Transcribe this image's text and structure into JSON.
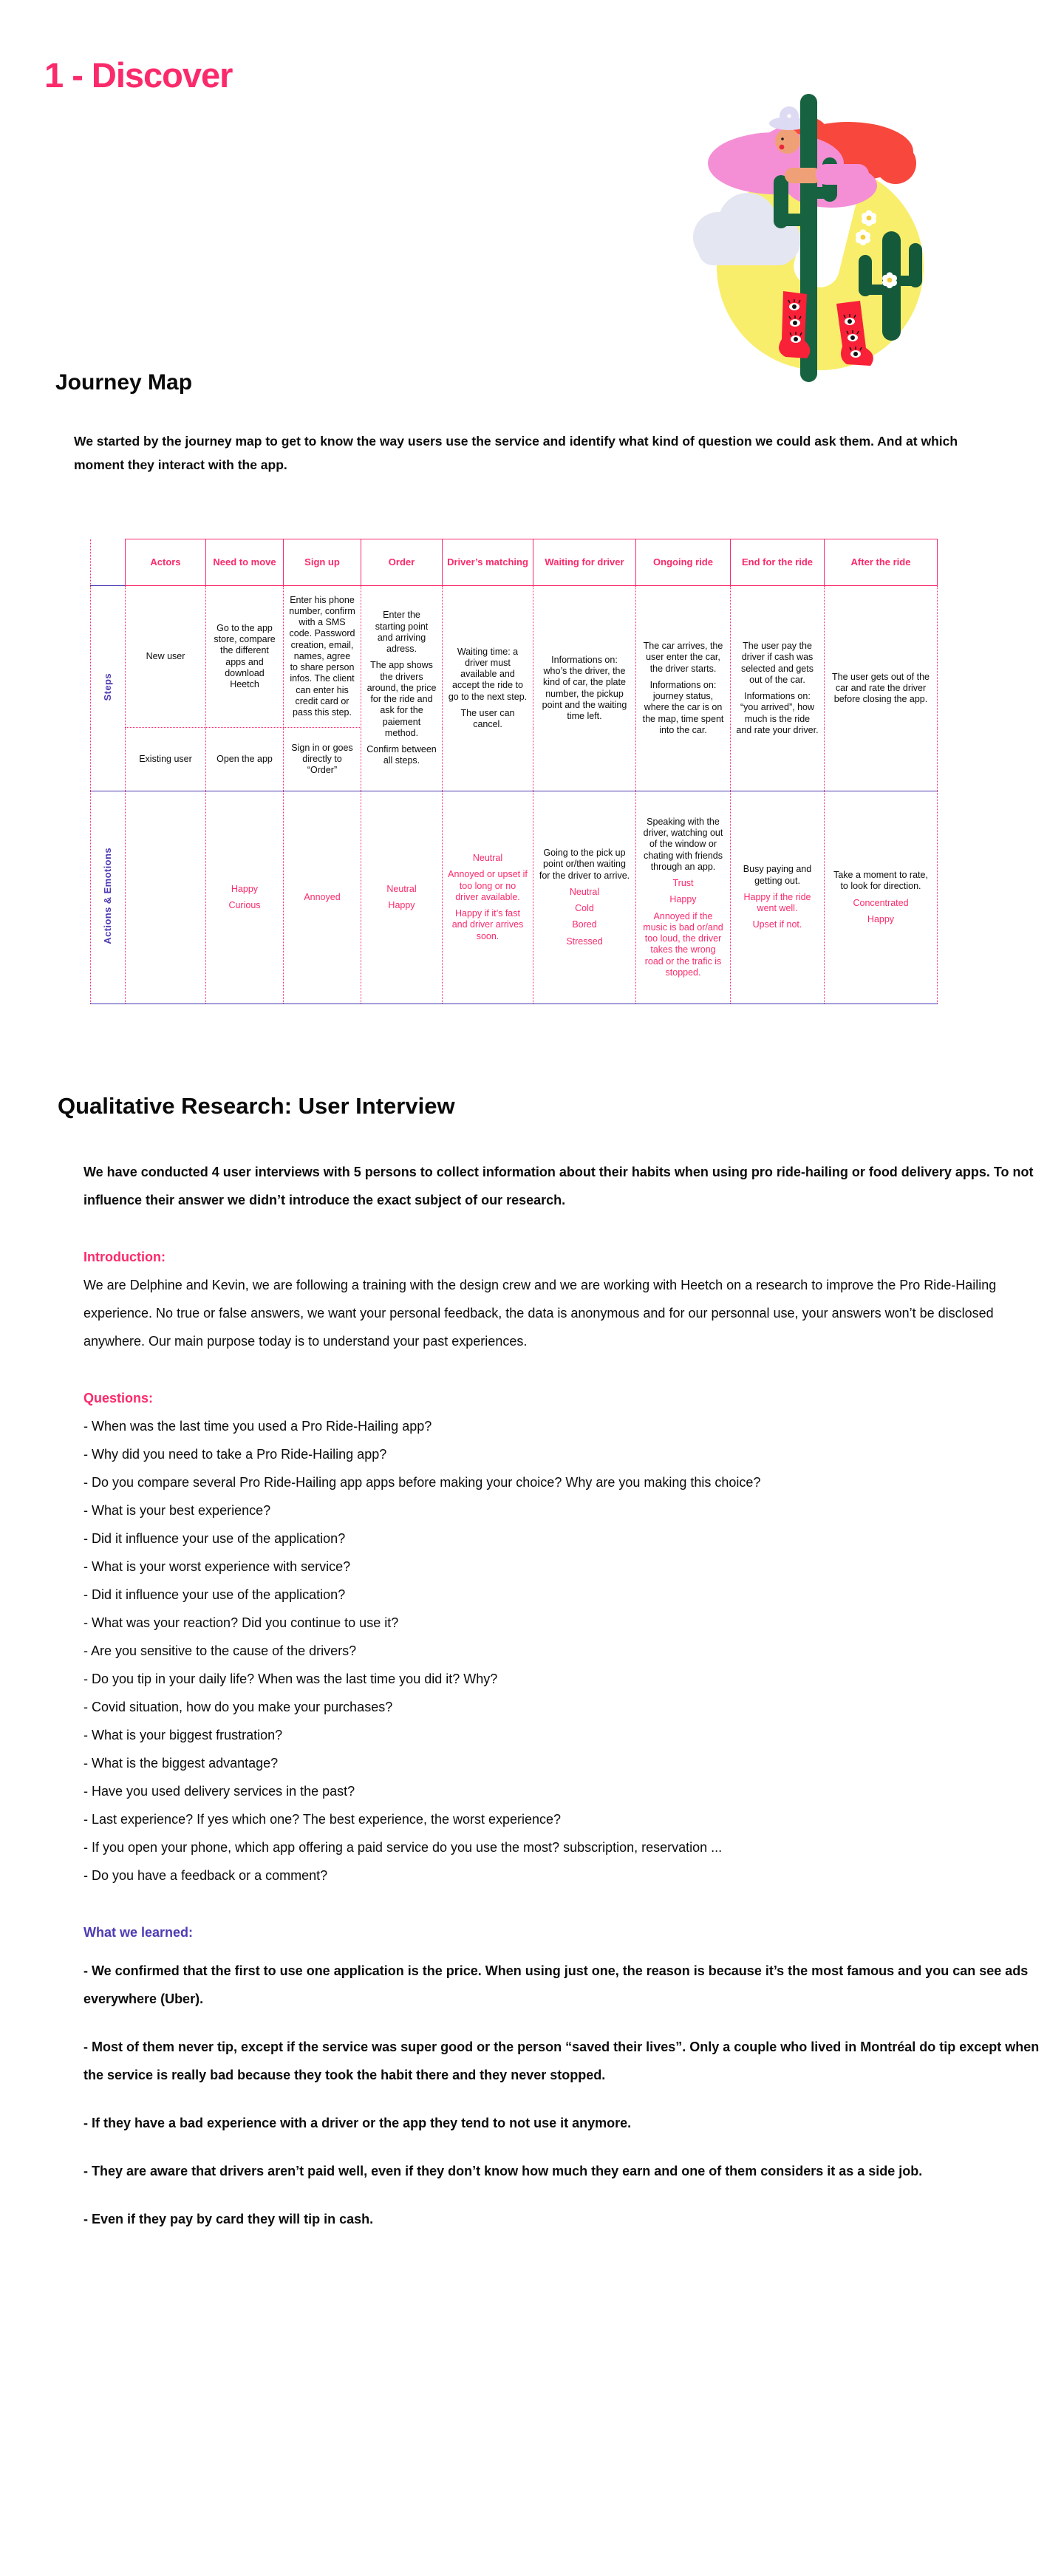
{
  "title": "1 - Discover",
  "colors": {
    "accent_pink": "#fa2a6b",
    "accent_purple": "#4c3bb3"
  },
  "illustration": {
    "name": "cowgirl-on-cactus-illustration"
  },
  "journey": {
    "heading": "Journey Map",
    "intro": "We started by the journey map to get to know the way users use the service and identify what kind of question we could ask them. And at which moment they interact with the app.",
    "table": {
      "headers": [
        "Actors",
        "Need to move",
        "Sign up",
        "Order",
        "Driver’s matching",
        "Waiting for driver",
        "Ongoing ride",
        "End for the ride",
        "After the ride"
      ],
      "steps_label": "Steps",
      "emotions_label": "Actions & Emotions",
      "new_user": {
        "actor": "New user",
        "need": "Go to the app store, compare the different apps and download Heetch",
        "signup": "Enter his phone number, confirm with a SMS code. Password creation, email, names, agree to share person infos. The client can enter his credit card or pass this step."
      },
      "existing_user": {
        "actor": "Existing user",
        "need": "Open the app",
        "signup": "Sign in or goes directly to “Order”"
      },
      "order": [
        "Enter the starting point and arriving adress.",
        "The app shows the drivers around, the price for the ride and ask for the paiement method.",
        "Confirm between all steps."
      ],
      "matching": [
        "Waiting time: a driver must available and accept the ride to go to the next step.",
        "The user can cancel."
      ],
      "waiting": [
        "Informations on: who’s the driver, the kind of car, the plate number, the pickup point and the waiting time left."
      ],
      "ongoing": [
        "The car arrives, the user enter the car, the driver starts.",
        "Informations on: journey status, where the car is on the map, time spent into the car."
      ],
      "end_ride": [
        "The user pay the driver if cash was selected and gets out of the car.",
        "Informations on: “you arrived”, how much is the ride and rate your driver."
      ],
      "after_ride": [
        "The user gets out of the car and rate the driver before closing the app."
      ],
      "emotions_row": {
        "need": {
          "actions": [],
          "emotions": [
            "Happy",
            "Curious"
          ]
        },
        "signup": {
          "actions": [],
          "emotions": [
            "Annoyed"
          ]
        },
        "order": {
          "actions": [],
          "emotions": [
            "Neutral",
            "Happy"
          ]
        },
        "matching": {
          "actions": [],
          "emotions": [
            "Neutral",
            "Annoyed or upset if too long or no driver available.",
            "Happy if it’s fast and driver arrives soon."
          ]
        },
        "waiting": {
          "actions": [
            "Going to the pick up point or/then waiting for the driver to arrive."
          ],
          "emotions": [
            "Neutral",
            "Cold",
            "Bored",
            "Stressed"
          ]
        },
        "ongoing": {
          "actions": [
            "Speaking with the driver, watching out of the window or chating with friends through an app."
          ],
          "emotions": [
            "Trust",
            "Happy",
            "Annoyed if the music is bad or/and too loud, the driver takes the wrong road or the trafic is stopped."
          ]
        },
        "end": {
          "actions": [
            "Busy paying and getting out."
          ],
          "emotions": [
            "Happy if the ride went well.",
            "Upset if not."
          ]
        },
        "after": {
          "actions": [
            "Take a moment to rate, to look for direction."
          ],
          "emotions": [
            "Concentrated",
            "Happy"
          ]
        }
      }
    }
  },
  "interview": {
    "heading": "Qualitative Research: User Interview",
    "intro": "We have conducted 4 user interviews with 5 persons to collect information about their habits when using pro ride-hailing or food delivery apps. To not influence their answer we didn’t introduce the exact subject of our research.",
    "introduction_label": "Introduction:",
    "introduction_text": "We are Delphine and Kevin, we are following a training with the design crew and we are working with Heetch on a research to improve the Pro Ride-Hailing experience. No true or false answers, we want your personal feedback, the data is anonymous and for our personnal use, your answers won’t be disclosed anywhere. Our main purpose today is to understand your past experiences.",
    "questions_label": "Questions:",
    "questions": [
      "- When was the last time you used a Pro Ride-Hailing app?",
      "- Why did you need to take a Pro Ride-Hailing app?",
      "- Do you compare several Pro Ride-Hailing app apps before making your choice? Why are you making this choice?",
      "- What is your best experience?",
      "- Did it influence your use of the application?",
      "- What is your worst experience with service?",
      "- Did it influence your use of the application?",
      "- What was your reaction? Did you continue to use it?",
      "- Are you sensitive to the cause of the drivers?",
      "- Do you tip in your daily life? When was the last time you did it? Why?",
      "- Covid situation, how do you make your purchases?",
      "- What is your biggest frustration?",
      "- What is the biggest advantage?",
      "- Have you used delivery services in the past?",
      "- Last experience? If yes which one? The best experience, the worst experience?",
      "- If you open your phone, which app offering a paid service do you use the most? subscription, reservation ...",
      "- Do you have a feedback or a comment?"
    ],
    "learned_label": "What we learned:",
    "learned": [
      "- We confirmed that the first to use one application is the price. When using just one, the reason is because it’s the most famous and you can see ads everywhere (Uber).",
      "- Most of them never tip, except if the service was super good or the person “saved their lives”. Only a couple who lived in Montréal do tip except when the service is really bad because they took the habit there and they never stopped.",
      "- If they have a bad experience with a driver or the app they tend to not use it anymore.",
      "- They are aware that drivers aren’t paid well, even if they don’t know how much they earn and one of them considers it as a side job.",
      "- Even if they pay by card they will tip in cash."
    ]
  }
}
